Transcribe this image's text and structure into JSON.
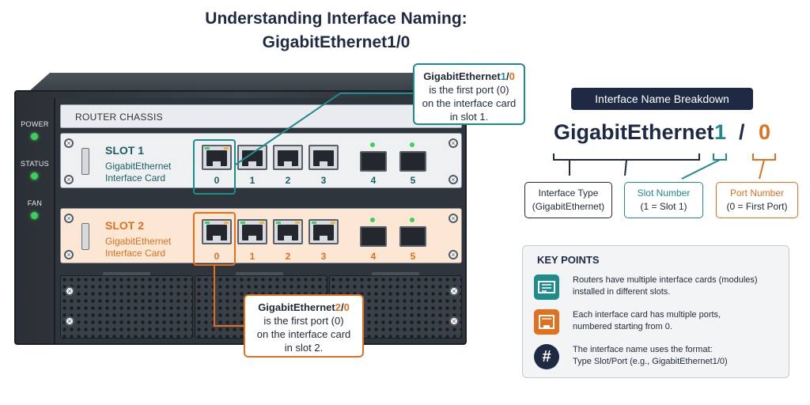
{
  "title": {
    "line1": "Understanding Interface Naming:",
    "line2": "GigabitEthernet1/0"
  },
  "chassis": {
    "label": "ROUTER CHASSIS",
    "status": [
      "POWER",
      "STATUS",
      "FAN"
    ],
    "slot1": {
      "title": "SLOT 1",
      "sub1": "GigabitEthernet",
      "sub2": "Interface Card",
      "ports": [
        "0",
        "1",
        "2",
        "3",
        "4",
        "5"
      ]
    },
    "slot2": {
      "title": "SLOT 2",
      "sub1": "GigabitEthernet",
      "sub2": "Interface Card",
      "ports": [
        "0",
        "1",
        "2",
        "3",
        "4",
        "5"
      ]
    }
  },
  "callout_slot1": {
    "head_name": "GigabitEthernet",
    "head_slot": "1",
    "head_sep": "/",
    "head_port": "0",
    "l1": "is the first port (0)",
    "l2": "on the interface card",
    "l3": "in slot 1."
  },
  "callout_slot2": {
    "head_name": "GigabitEthernet",
    "head_slot": "2",
    "head_sep": "/",
    "head_port": "0",
    "l1": "is the first port (0)",
    "l2": "on the interface card",
    "l3": "in slot 2."
  },
  "breakdown": {
    "header": "Interface Name Breakdown",
    "name": "GigabitEthernet",
    "slot": "1",
    "slash": "/",
    "port": "0",
    "type_title": "Interface Type",
    "type_desc": "(GigabitEthernet)",
    "slot_title": "Slot Number",
    "slot_desc": "(1 = Slot 1)",
    "port_title": "Port Number",
    "port_desc": "(0 = First Port)"
  },
  "key_points": {
    "title": "KEY POINTS",
    "items": [
      {
        "icon": "module-card-icon",
        "line1": "Routers have multiple interface cards (modules)",
        "line2": "installed in different slots."
      },
      {
        "icon": "ethernet-port-icon",
        "line1": "Each interface card has multiple ports,",
        "line2": "numbered starting from 0."
      },
      {
        "icon": "hash-icon",
        "symbol": "#",
        "line1": "The interface name uses the format:",
        "line2": "Type Slot/Port (e.g., GigabitEthernet1/0)"
      }
    ]
  },
  "colors": {
    "teal": "#1f8c8c",
    "orange": "#e2701e",
    "navy": "#1e2a44",
    "led_green": "#3fd05a"
  }
}
